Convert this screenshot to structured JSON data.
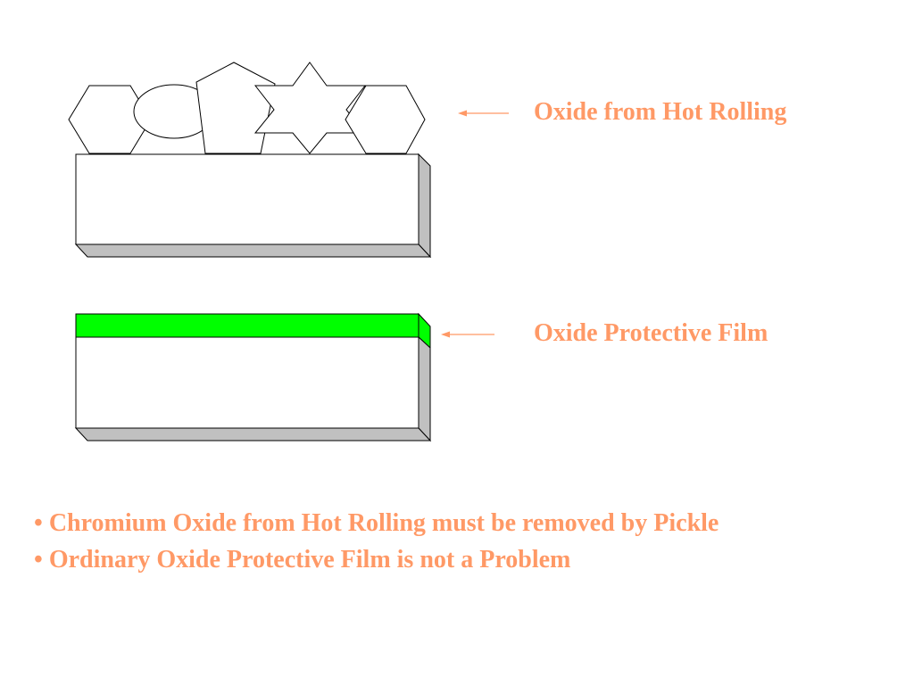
{
  "colors": {
    "text": "#FF9966",
    "protective_film": "#00FF00",
    "block_face": "#FFFFFF",
    "block_shadow": "#C0C0C0",
    "outline": "#000000"
  },
  "labels": {
    "hot_rolling_oxide": "Oxide from Hot Rolling",
    "protective_film": "Oxide Protective Film"
  },
  "bullets": [
    {
      "marker": "•",
      "text": "Chromium Oxide from Hot Rolling must be removed by Pickle"
    },
    {
      "marker": "•",
      "text": "Ordinary Oxide Protective Film is not a Problem"
    }
  ]
}
